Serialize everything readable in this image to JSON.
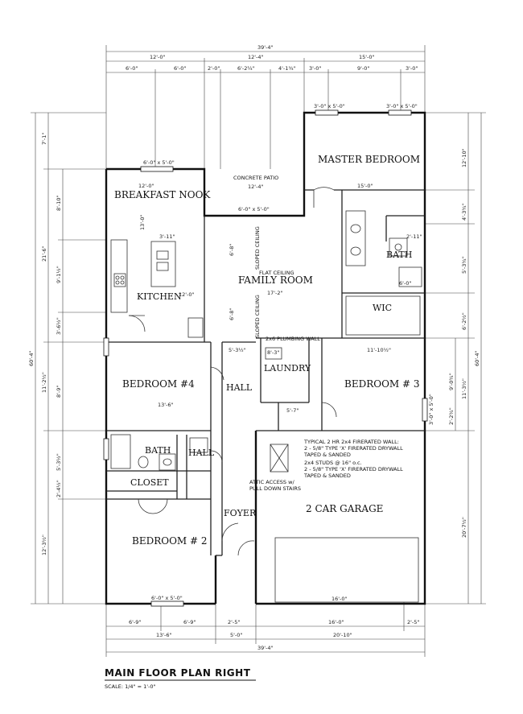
{
  "plan": {
    "title": "MAIN FLOOR PLAN RIGHT",
    "scale": "SCALE: 1/4\" = 1'-0\""
  },
  "rooms": {
    "master_bedroom": "MASTER BEDROOM",
    "breakfast_nook": "BREAKFAST NOOK",
    "kitchen": "KITCHEN",
    "family_room": "FAMILY ROOM",
    "bath_master": "BATH",
    "wic": "WIC",
    "bedroom4": "BEDROOM #4",
    "hall": "HALL",
    "laundry": "LAUNDRY",
    "bedroom3": "BEDROOM # 3",
    "bath2": "BATH",
    "hall2": "HALL",
    "closet": "CLOSET",
    "foyer": "FOYER",
    "garage": "2 CAR GARAGE",
    "bedroom2": "BEDROOM # 2"
  },
  "notes": {
    "concrete_patio": "CONCRETE PATIO",
    "sloped_ceiling_top": "SLOPED CEILING",
    "sloped_ceiling_bottom": "SLOPED CEILING",
    "flat_ceiling": "FLAT CEILING",
    "plumbing_wall": "2x6 PLUMBING WALL",
    "attic_access": [
      "ATTIC ACCESS w/",
      "PULL DOWN STAIRS"
    ],
    "firerated_wall": [
      "TYPICAL 2 HR 2x4 FIRERATED WALL:",
      "2 - 5/8\" TYPE 'X' FIRERATED DRYWALL",
      "TAPED & SANDED",
      "2x4 STUDS @ 16\" o.c.",
      "2 - 5/8\" TYPE 'X' FIRERATED DRYWALL",
      "TAPED & SANDED"
    ]
  },
  "dimensions": {
    "top_overall": "39'-4\"",
    "top_row2": [
      "12'-0\"",
      "12'-4\"",
      "15'-0\""
    ],
    "top_row3": [
      "6'-0\"",
      "6'-0\"",
      "2'-0\"",
      "6'-2¼\"",
      "4'-1¾\"",
      "3'-0\"",
      "9'-0\"",
      "3'-0\""
    ],
    "bottom_row1": [
      "6'-9\"",
      "6'-9\"",
      "2'-5\"",
      "16'-0\"",
      "2'-5\""
    ],
    "bottom_row2": [
      "13'-6\"",
      "5'-0\"",
      "20'-10\""
    ],
    "bottom_overall": "39'-4\"",
    "left_overall": "60'-4\"",
    "left_row2": [
      "7'-1\"",
      "21'-6\"",
      "11'-2½\"",
      "12'-3½\""
    ],
    "left_row3": [
      "8'-10\"",
      "9'-1½\"",
      "3'-6½\"",
      "8'-9\"",
      "5'-3½\"",
      "2'-4½\""
    ],
    "right_overall": "60'-4\"",
    "right_row2": [
      "12'-10\"",
      "4'-3¾\"",
      "5'-3¾\"",
      "6'-2½\"",
      "11'-3½\"",
      "20'-7½\""
    ],
    "right_row3": [
      "9'-0¾\"",
      "2'-2¾\""
    ],
    "interior": {
      "nook_w": "12'-0\"",
      "nook_h": "13'-0\"",
      "patio_w": "12'-4\"",
      "master_w": "15'-0\"",
      "family_w": "17'-2\"",
      "kitchen_w": "12'-0\"",
      "bed4_w": "13'-6\"",
      "bed3_w": "11'-10½\"",
      "hall_w": "5'-3½\"",
      "laundry_w": "8'-3\"",
      "garage_w": "16'-0\"",
      "island": "3'-11\"",
      "fam_h1": "6'-8\"",
      "fam_h2": "6'-8\"",
      "m_small": "2'-11\"",
      "bath_small": "6'-0\"",
      "laun_small": "5'-7\""
    },
    "windows": [
      "6'-0\" x 5'-0\"",
      "3'-0\" x 5'-0\"",
      "3'-0\" x 5'-0\"",
      "6'-0\" x 5'-0\"",
      "6'-0\" x 5'-0\"",
      "3'-0\" x 5'-0\""
    ]
  }
}
